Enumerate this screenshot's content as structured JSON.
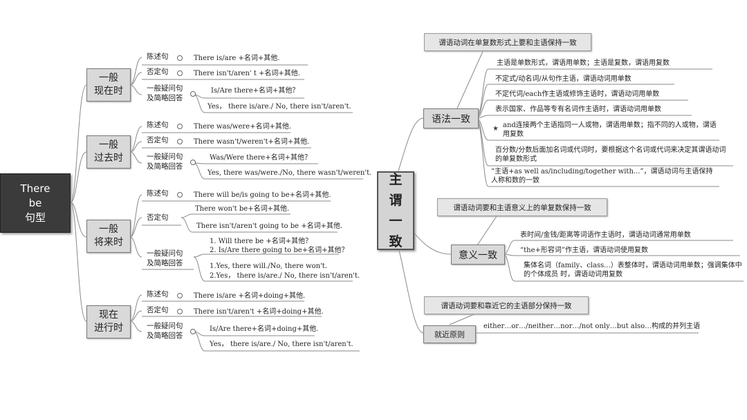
{
  "root": {
    "label_line1": "There",
    "label_line2": "be",
    "label_line3": "句型"
  },
  "tenses": [
    {
      "line1": "一般",
      "line2": "现在时",
      "decl_label": "陈述句",
      "decl_text": "There is/are +名词+其他.",
      "neg_label": "否定句",
      "neg_text": "There isn't/aren' t +名词+其他.",
      "q_label1": "一般疑问句",
      "q_label2": "及简略回答",
      "q_text": "Is/Are there+名词+其他？",
      "a_text": "Yes， there is/are./ No, there isn't/aren't."
    },
    {
      "line1": "一般",
      "line2": "过去时",
      "decl_label": "陈述句",
      "decl_text": "There was/were+名词+其他.",
      "neg_label": "否定句",
      "neg_text": "There wasn't/weren't+名词+其他.",
      "q_label1": "一般疑问句",
      "q_label2": "及简略回答",
      "q_text": "Was/Were there+名词+其他？",
      "a_text": "Yes, there was/were./No, there wasn't/weren't."
    },
    {
      "line1": "一般",
      "line2": "将来时",
      "decl_label": "陈述句",
      "decl_text": "There will be/is going to be+名词+其他.",
      "neg_label": "否定句",
      "neg_text1": "There won't be+名词+其他.",
      "neg_text2": "There isn't/aren't going to be +名词+其他.",
      "q_label1": "一般疑问句",
      "q_label2": "及简略回答",
      "q_text1": "1. Will there be +名词+其他？",
      "q_text2": "2. Is/Are there going to be+名词+其他？",
      "a_text1": "1.Yes, there will./No, there won't.",
      "a_text2": "2.Yes， there is/are./ No, there isn't/aren't."
    },
    {
      "line1": "现在",
      "line2": "进行时",
      "decl_label": "陈述句",
      "decl_text": "There is/are +名词+doing+其他.",
      "neg_label": "否定句",
      "neg_text": "There isn't/aren't +名词+doing+其他.",
      "q_label1": "一般疑问句",
      "q_label2": "及简略回答",
      "q_text": "Is/Are there+名词+doing+其他.",
      "a_text": "Yes， there is/are./ No, there isn't/aren't."
    }
  ],
  "center": {
    "c1": "主",
    "c2": "谓",
    "c3": "一",
    "c4": "致"
  },
  "grammar": {
    "note": "谓语动词在单复数形式上要和主语保持一致",
    "label": "语法一致",
    "rules": [
      "主语是单数形式，谓语用单数；主语是复数，谓语用复数",
      "不定式/动名词/从句作主语，谓语动词用单数",
      "不定代词/each作主语或修饰主语时，谓语动词用单数",
      "表示国家、作品等专有名词作主语时，谓语动词用单数",
      "and连接两个主语指同一人或物，谓语用单数；指不同的人或物，谓语用复数",
      "百分数/分数后面加名词或代词时，要根据这个名词或代词来决定其谓语动词的单复数形式",
      "“主语+as well as/including/together with...”，谓语动词与主语保持人称和数的一致"
    ]
  },
  "meaning": {
    "note": "谓语动词要和主语意义上的单复数保持一致",
    "label": "意义一致",
    "rules": [
      "表时间/金钱/距离等词语作主语时，谓语动词通常用单数",
      "“the+形容词”作主语，谓语动词使用复数",
      "集体名词（family、class...）表整体时，谓语动词用单数；强调集体中的个体成员   时，谓语动词用复数"
    ]
  },
  "proximity": {
    "note": "谓语动词要和靠近它的主语部分保持一致",
    "label": "就近原则",
    "rule": "either…or…/neither…nor…/not only…but also…构成的并列主语"
  },
  "icons": {
    "star": "star-icon",
    "circle": "circle-marker-icon"
  }
}
